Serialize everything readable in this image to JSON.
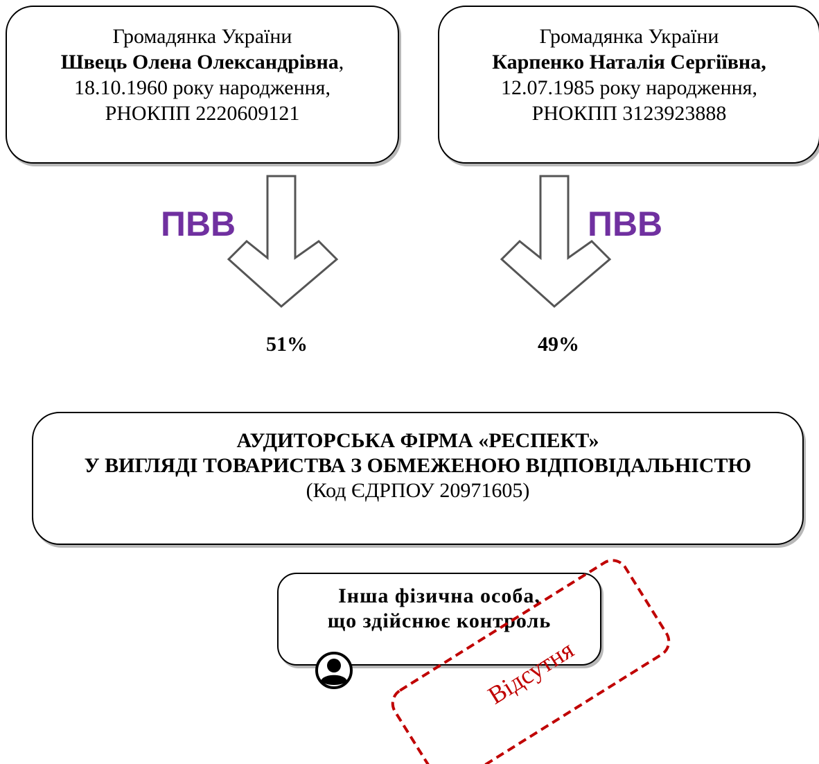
{
  "owners": [
    {
      "citizenship": "Громадянка України",
      "name": "Швець Олена Олександрівна",
      "name_suffix": ",",
      "birth": "18.10.1960 року народження,",
      "tax_id": "РНОКПП 2220609121",
      "relation": "ПВВ",
      "share": "51%"
    },
    {
      "citizenship": "Громадянка України",
      "name": "Карпенко Наталія Сергіївна,",
      "name_suffix": "",
      "birth": "12.07.1985 року народження,",
      "tax_id": "РНОКПП 3123923888",
      "relation": "ПВВ",
      "share": "49%"
    }
  ],
  "company": {
    "line1": "АУДИТОРСЬКА ФІРМА «РЕСПЕКТ»",
    "line2": "У ВИГЛЯДІ ТОВАРИСТВА З ОБМЕЖЕНОЮ ВІДПОВІДАЛЬНІСТЮ",
    "code": "(Код ЄДРПОУ 20971605)"
  },
  "other_person": {
    "line1": "Інша фізична особа,",
    "line2": "що здійснює контроль",
    "icon": "person-icon"
  },
  "stamp": {
    "text": "Відсутня",
    "color": "#c00000"
  },
  "colors": {
    "relation_label": "#7030a0",
    "stamp": "#c00000"
  }
}
